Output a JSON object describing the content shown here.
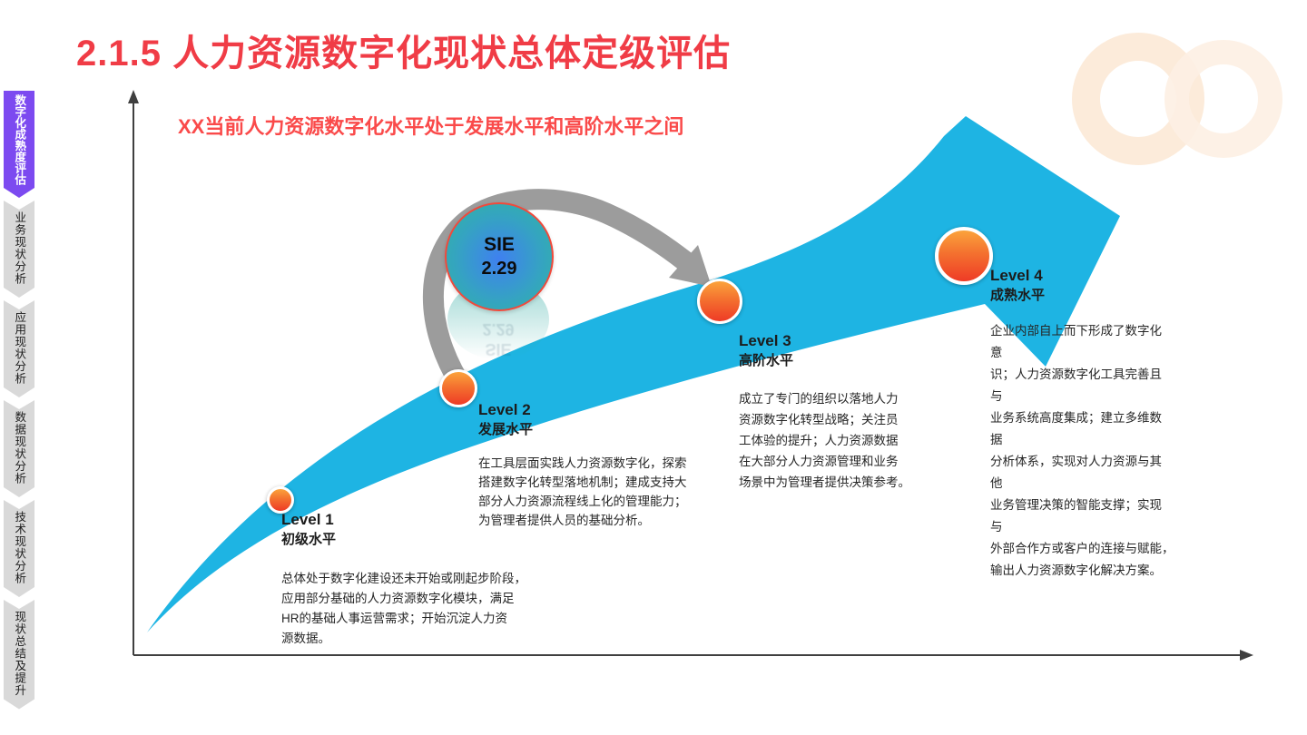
{
  "page": {
    "title": "2.1.5 人力资源数字化现状总体定级评估",
    "subtitle": "XX当前人力资源数字化水平处于发展水平和高阶水平之间"
  },
  "sidebar": {
    "items": [
      {
        "label": "数字化成熟度评估",
        "active": true
      },
      {
        "label": "业务现状分析",
        "active": false
      },
      {
        "label": "应用现状分析",
        "active": false
      },
      {
        "label": "数据现状分析",
        "active": false
      },
      {
        "label": "技术现状分析",
        "active": false
      },
      {
        "label": "现状总结及提升",
        "active": false
      }
    ]
  },
  "score_badge": {
    "label": "SIE",
    "value": "2.29"
  },
  "levels": [
    {
      "name": "Level 1",
      "grade": "初级水平",
      "desc": "总体处于数字化建设还未开始或刚起步阶段，\n应用部分基础的人力资源数字化模块，满足\nHR的基础人事运营需求；开始沉淀人力资\n源数据。"
    },
    {
      "name": "Level 2",
      "grade": "发展水平",
      "desc": "在工具层面实践人力资源数字化，探索\n搭建数字化转型落地机制；建成支持大\n部分人力资源流程线上化的管理能力；\n为管理者提供人员的基础分析。"
    },
    {
      "name": "Level 3",
      "grade": "高阶水平",
      "desc": "成立了专门的组织以落地人力\n资源数字化转型战略；关注员\n工体验的提升；人力资源数据\n在大部分人力资源管理和业务\n场景中为管理者提供决策参考。"
    },
    {
      "name": "Level 4",
      "grade": "成熟水平",
      "desc": "企业内部自上而下形成了数字化\n意\n识；人力资源数字化工具完善且\n与\n业务系统高度集成；建立多维数\n据\n分析体系，实现对人力资源与其\n他\n业务管理决策的智能支撑；实现\n与\n外部合作方或客户的连接与赋能，\n输出人力资源数字化解决方案。"
    }
  ],
  "colors": {
    "title_red": "#f03c46",
    "subtitle_red": "#fa4a4a",
    "arrow_blue": "#1eb4e3",
    "sidebar_active_purple": "#7c4af0",
    "sidebar_gray": "#d9d9d9",
    "marker_orange_top": "#fba33c",
    "marker_red_bottom": "#ee3b26",
    "badge_teal": "#2fb79e",
    "badge_blue": "#3f80f0",
    "badge_ring_red": "#f04a3c",
    "transition_arrow_gray": "#9c9c9c",
    "axis_gray": "#3f3f3f",
    "watermark_peach": "#fbe7d3"
  }
}
